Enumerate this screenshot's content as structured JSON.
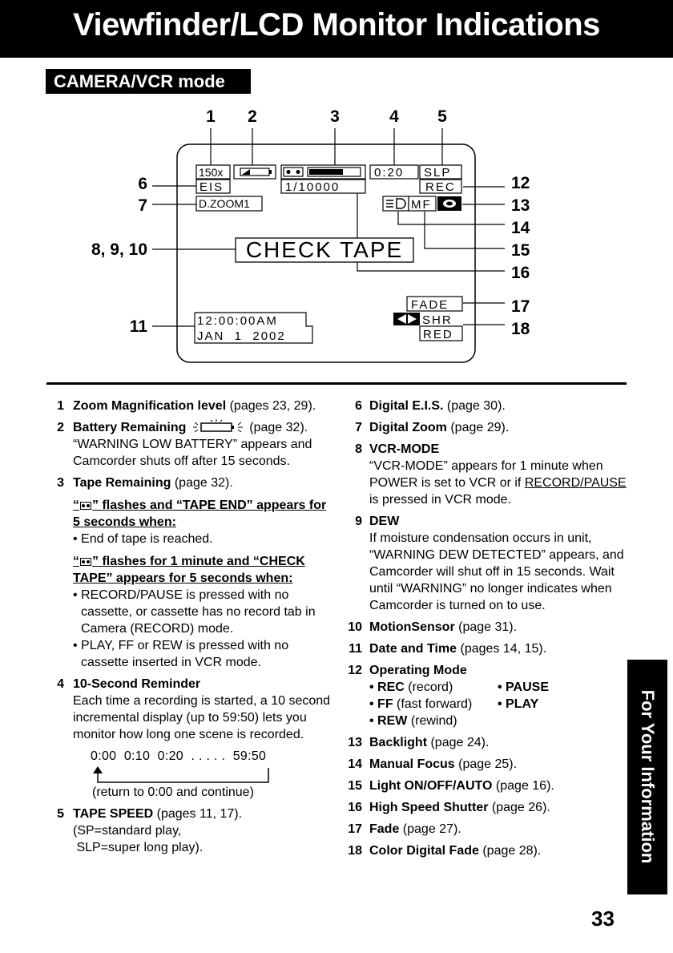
{
  "header": {
    "title": "Viewfinder/LCD Monitor Indications",
    "mode_tag": "CAMERA/VCR mode"
  },
  "diagram": {
    "callouts_top": [
      "1",
      "2",
      "3",
      "4",
      "5"
    ],
    "callouts_left": [
      "6",
      "7",
      "8, 9, 10",
      "11"
    ],
    "callouts_right": [
      "12",
      "13",
      "14",
      "15",
      "16",
      "17",
      "18"
    ],
    "screen": {
      "zoom": "150x",
      "counter": "0:20",
      "speed": "SLP",
      "eis": "EIS",
      "shutter": "1/10000",
      "rec": "REC",
      "dzoom": "D.ZOOM1",
      "mf": "MF",
      "message": "CHECK TAPE",
      "fade": "FADE",
      "shr": "SHR",
      "red": "RED",
      "time": "12:00:00AM",
      "date": "JAN  1  2002"
    }
  },
  "items_left": {
    "i1": {
      "num": "1",
      "label": "Zoom Magnification level",
      "text": " (pages 23, 29)."
    },
    "i2": {
      "num": "2",
      "label": "Battery Remaining",
      "page": "(page 32).",
      "text": "“WARNING LOW BATTERY” appears and Camcorder shuts off after 15 seconds."
    },
    "i3": {
      "num": "3",
      "label": "Tape Remaining",
      "text": " (page 32).",
      "sub1_a": "“",
      "sub1_b": "” flashes and “TAPE END” appears for 5 seconds when:",
      "sub1_bullets": [
        "• End of tape is reached."
      ],
      "sub2_a": "“",
      "sub2_b": "” flashes for 1 minute and “CHECK TAPE” appears for 5 seconds when:",
      "sub2_bullets": [
        "• RECORD/PAUSE is pressed with no cassette, or cassette has no record tab in Camera (RECORD) mode.",
        "• PLAY, FF or REW is pressed with no cassette inserted in VCR mode."
      ]
    },
    "i4": {
      "num": "4",
      "label": "10-Second Reminder",
      "text": "Each time a recording is started, a 10 second incremental display (up to 59:50) lets you monitor how long one scene is recorded.",
      "scale": "0:00  0:10  0:20  . . . . .  59:50",
      "return": "(return to 0:00 and continue)"
    },
    "i5": {
      "num": "5",
      "label": "TAPE SPEED",
      "text": " (pages 11, 17).",
      "line2": "(SP=standard play,",
      "line3": " SLP=super long play)."
    }
  },
  "items_right": {
    "i6": {
      "num": "6",
      "label": "Digital E.I.S.",
      "text": " (page 30)."
    },
    "i7": {
      "num": "7",
      "label": "Digital Zoom",
      "text": " (page 29)."
    },
    "i8": {
      "num": "8",
      "label": "VCR-MODE",
      "text_a": "“VCR-MODE” appears for 1 minute when POWER is set to VCR or if ",
      "text_ul": "RECORD/PAUSE",
      "text_b": " is pressed in VCR mode."
    },
    "i9": {
      "num": "9",
      "label": "DEW",
      "text": "If moisture condensation occurs in unit, “WARNING DEW DETECTED” appears, and Camcorder will shut off in 15 seconds. Wait until “WARNING” no longer indicates when Camcorder is turned on to use."
    },
    "i10": {
      "num": "10",
      "label": "MotionSensor",
      "text": " (page 31)."
    },
    "i11": {
      "num": "11",
      "label": "Date and Time",
      "text": " (pages 14, 15)."
    },
    "i12": {
      "num": "12",
      "label": "Operating Mode",
      "modes": [
        {
          "b": "• REC",
          "t": " (record)"
        },
        {
          "b": "• PAUSE",
          "t": ""
        },
        {
          "b": "• FF",
          "t": " (fast forward)"
        },
        {
          "b": "• PLAY",
          "t": ""
        },
        {
          "b": "• REW",
          "t": " (rewind)"
        },
        {
          "b": "",
          "t": ""
        }
      ]
    },
    "i13": {
      "num": "13",
      "label": "Backlight",
      "text": " (page 24)."
    },
    "i14": {
      "num": "14",
      "label": "Manual Focus",
      "text": " (page 25)."
    },
    "i15": {
      "num": "15",
      "label": "Light ON/OFF/AUTO",
      "text": " (page 16)."
    },
    "i16": {
      "num": "16",
      "label": "High Speed Shutter",
      "text": " (page 26)."
    },
    "i17": {
      "num": "17",
      "label": "Fade",
      "text": " (page 27)."
    },
    "i18": {
      "num": "18",
      "label": "Color Digital Fade",
      "text": " (page 28)."
    }
  },
  "sidetab": "For Your Information",
  "page_number": "33"
}
